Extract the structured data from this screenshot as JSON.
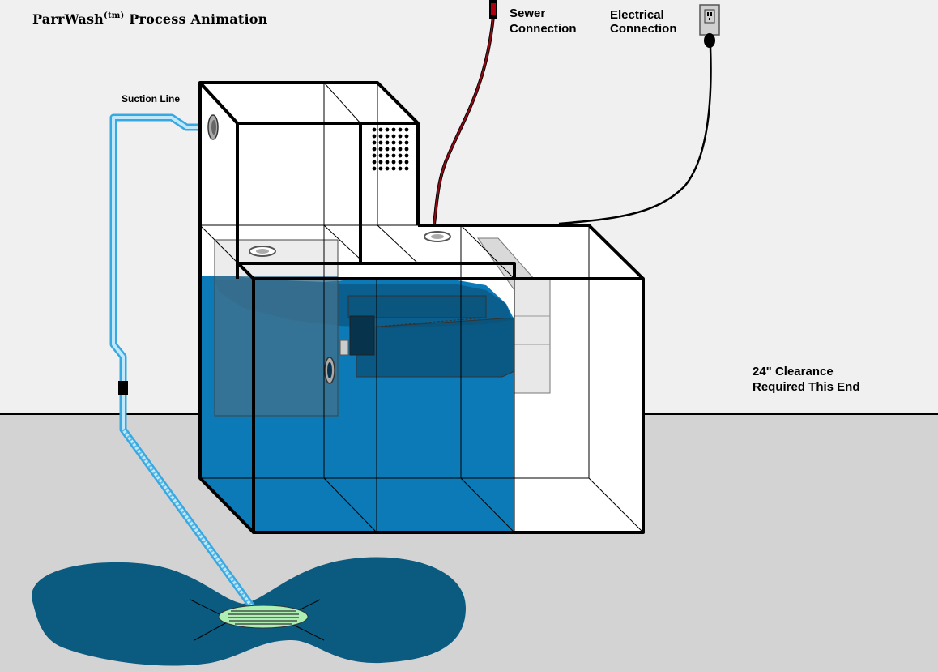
{
  "title": {
    "main": "ParrWash",
    "superscript": "(tm)",
    "rest": " Process Animation"
  },
  "labels": {
    "suction_line": "Suction Line",
    "sewer_line1": "Sewer",
    "sewer_line2": "Connection",
    "electrical_line1": "Electrical",
    "electrical_line2": "Connection",
    "clearance_line1": "24\" Clearance",
    "clearance_line2": "Required This End"
  },
  "colors": {
    "wall": "#f0f0f0",
    "floor": "#d3d3d3",
    "water": "#0b7ab6",
    "dark_water": "#0b4f73",
    "spill": "#0b5a80",
    "sewer_hose": "#8b0a14",
    "suction_hose": "#8fd4f5",
    "drain_grate": "#aef0b4",
    "outline": "#000000"
  },
  "icons": {
    "outlet": "electrical-outlet-icon",
    "vent": "vent-grille-icon",
    "drain": "floor-drain-icon"
  }
}
